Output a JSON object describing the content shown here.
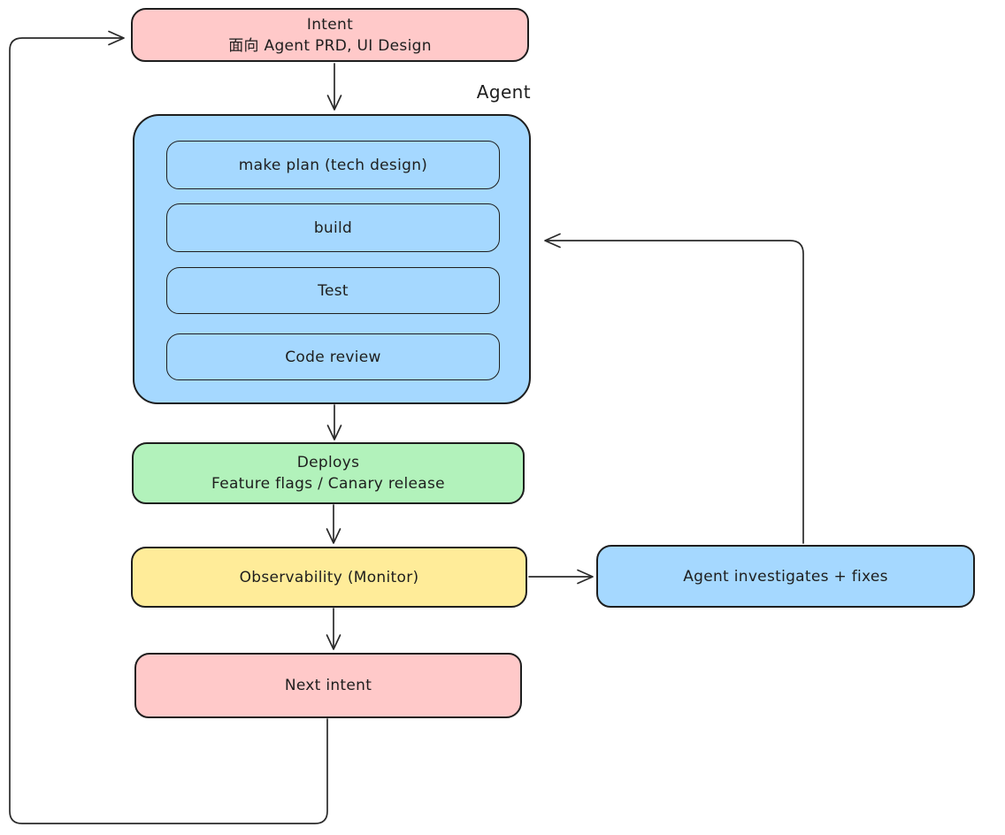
{
  "diagram": {
    "intent": {
      "line1": "Intent",
      "line2": "面向 Agent PRD, UI Design"
    },
    "agent": {
      "label": "Agent",
      "steps": [
        "make plan (tech design)",
        "build",
        "Test",
        "Code review"
      ]
    },
    "deploys": {
      "line1": "Deploys",
      "line2": "Feature flags / Canary release"
    },
    "observability": {
      "label": "Observability (Monitor)"
    },
    "investigates": {
      "label": "Agent investigates + fixes"
    },
    "next_intent": {
      "label": "Next intent"
    },
    "edges": [
      {
        "from": "intent",
        "to": "agent-group"
      },
      {
        "from": "agent-group",
        "to": "deploys"
      },
      {
        "from": "deploys",
        "to": "observability"
      },
      {
        "from": "observability",
        "to": "next-intent"
      },
      {
        "from": "observability",
        "to": "investigates"
      },
      {
        "from": "investigates",
        "to": "agent-group"
      },
      {
        "from": "next-intent",
        "to": "intent"
      }
    ],
    "colors": {
      "pink": "#ffc9c9",
      "blue": "#a5d8ff",
      "green": "#b2f2bb",
      "yellow": "#ffec99",
      "stroke": "#1e1e1e",
      "background": "#ffffff"
    }
  }
}
